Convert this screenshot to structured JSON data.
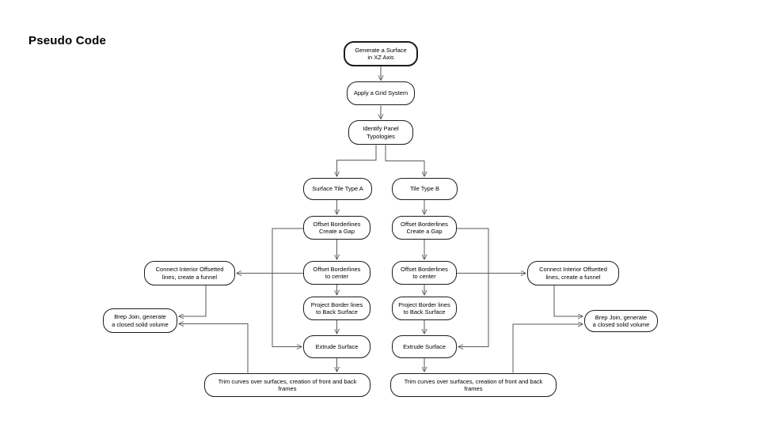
{
  "title": "Pseudo Code",
  "colors": {
    "background": "#ffffff",
    "node_fill": "#ffffff",
    "node_border": "#1c1c1c",
    "connector": "#5a5a5a",
    "arrowhead": "#111111",
    "text": "#000000"
  },
  "diagram": {
    "nodes": {
      "generate": {
        "line1": "Generate a Surface",
        "line2": "in XZ Axis"
      },
      "apply_grid": {
        "line1": "Apply a Grid System"
      },
      "identify": {
        "line1": "Identify Panel",
        "line2": "Typologies"
      },
      "type_a": {
        "line1": "Surface Tile Type A"
      },
      "type_b": {
        "line1": "Tile Type B"
      },
      "gap_a": {
        "line1": "Offset Borderlines",
        "line2": "Create a Gap"
      },
      "center_a": {
        "line1": "Offset Borderlines",
        "line2": "to center"
      },
      "project_a": {
        "line1": "Project Border lines",
        "line2": "to Back Surface"
      },
      "extrude_a": {
        "line1": "Extrude Surface"
      },
      "gap_b": {
        "line1": "Offset Borderlines",
        "line2": "Create a Gap"
      },
      "center_b": {
        "line1": "Offset Borderlines",
        "line2": "to center"
      },
      "project_b": {
        "line1": "Project Border lines",
        "line2": "to Back Surface"
      },
      "extrude_b": {
        "line1": "Extrude Surface"
      },
      "connect_left": {
        "line1": "Connect Interior Offsetted",
        "line2": "lines, create a funnel"
      },
      "brep_left": {
        "line1": "Brep Join, generate",
        "line2": "a closed solid volume"
      },
      "connect_right": {
        "line1": "Connect Interior Offsetted",
        "line2": "lines, create a funnel"
      },
      "brep_right": {
        "line1": "Brep Join, generate",
        "line2": "a closed solid volume"
      },
      "trim_a": {
        "line1": "Trim curves over surfaces, creation of front and back",
        "line2": "frames"
      },
      "trim_b": {
        "line1": "Trim curves over surfaces, creation of front and back",
        "line2": "frames"
      }
    }
  }
}
